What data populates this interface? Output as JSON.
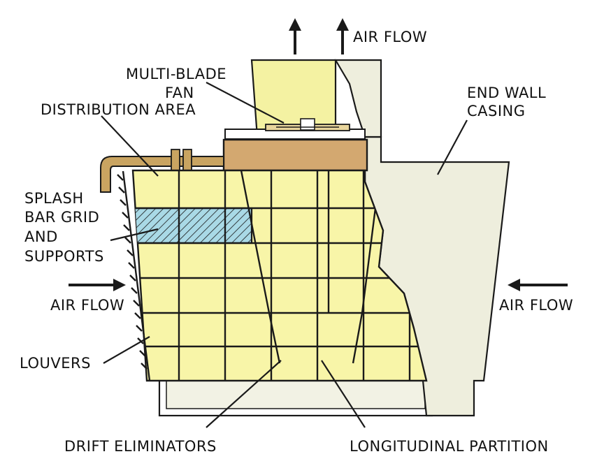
{
  "labels": {
    "air_flow_top": "AIR FLOW",
    "multi_blade_fan_1": "MULTI-BLADE",
    "multi_blade_fan_2": "FAN",
    "distribution_area": "DISTRIBUTION AREA",
    "end_wall_casing_1": "END WALL",
    "end_wall_casing_2": "CASING",
    "splash_bar_1": "SPLASH",
    "splash_bar_2": "BAR GRID",
    "splash_bar_3": "AND",
    "splash_bar_4": "SUPPORTS",
    "air_flow_left": "AIR FLOW",
    "air_flow_right": "AIR FLOW",
    "louvers": "LOUVERS",
    "drift_eliminators": "DRIFT ELIMINATORS",
    "longitudinal_partition": "LONGITUDINAL PARTITION"
  },
  "colors": {
    "fill_media": "#f8f5a8",
    "fan_stack": "#f4f2a2",
    "distribution_deck": "#d3a870",
    "end_wall": "#eeeedd",
    "splash_bars": "#a9d9e6",
    "pipe": "#c9a461"
  }
}
